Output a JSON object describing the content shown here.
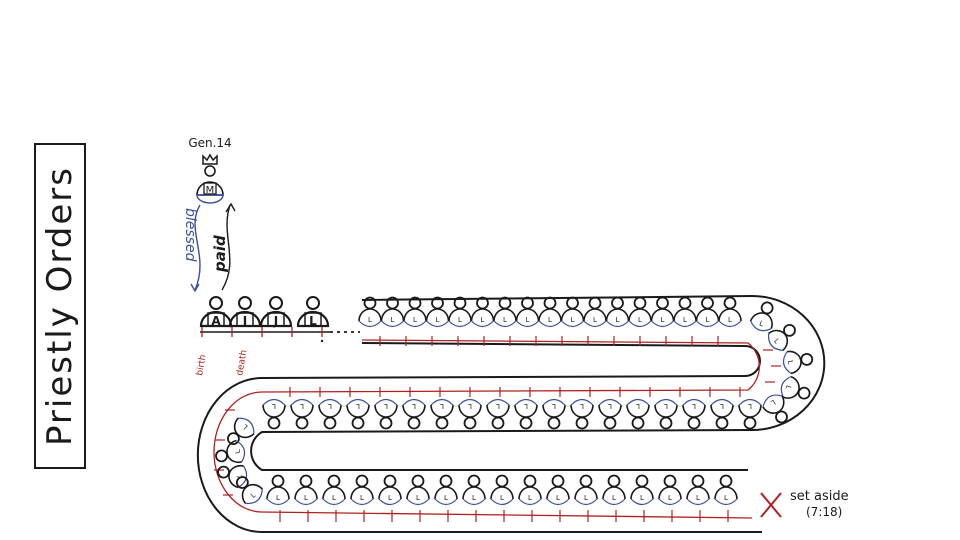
{
  "title": "Priestly Orders",
  "reference": "Gen.14",
  "top_figure_letter": "M",
  "annotations": {
    "blessed": "blessed",
    "paid": "paid"
  },
  "patriarchs": [
    "A",
    "I",
    "J",
    "L"
  ],
  "priest_letter": "L",
  "timeline_labels": {
    "birth": "birth",
    "death": "death"
  },
  "end_label": {
    "text": "set aside",
    "ref": "(7:18)"
  },
  "colors": {
    "ink": "#1a1a1a",
    "blue": "#3a4fa0",
    "red": "#b02020"
  }
}
